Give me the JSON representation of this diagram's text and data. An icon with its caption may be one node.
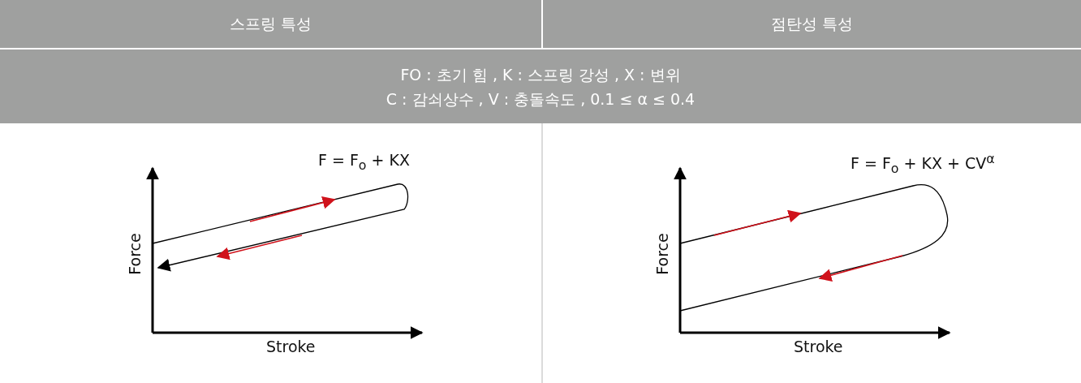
{
  "diagram": {
    "labels": [
      "스프링 특성",
      "점탄성 특성",
      "FO : 초기 힘 , K : 스프링 강성 , X : 변위",
      "C : 감쇠상수 ,  V : 충돌속도 ,  0.1 ≤ α ≤ 0.4",
      "F = F$_{o}$ + KX",
      "Force",
      "Stroke",
      "F = F$_{o}$ + KX + CV$^{α}$",
      "Force",
      "Stroke"
    ]
  }
}
